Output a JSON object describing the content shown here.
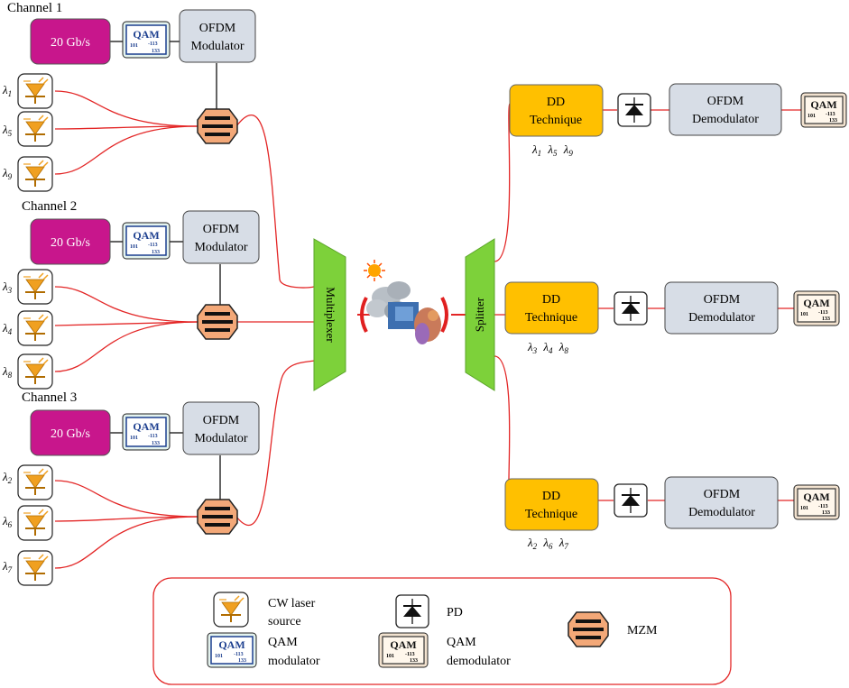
{
  "channels": [
    {
      "label": "Channel 1",
      "rate": "20 Gb/s",
      "modulator": [
        "OFDM",
        "Modulator"
      ],
      "lasers": [
        "1",
        "5",
        "9"
      ]
    },
    {
      "label": "Channel 2",
      "rate": "20 Gb/s",
      "modulator": [
        "OFDM",
        "Modulator"
      ],
      "lasers": [
        "3",
        "4",
        "8"
      ]
    },
    {
      "label": "Channel 3",
      "rate": "20 Gb/s",
      "modulator": [
        "OFDM",
        "Modulator"
      ],
      "lasers": [
        "2",
        "6",
        "7"
      ]
    }
  ],
  "lambda_symbol": "λ",
  "qam_text": "QAM",
  "qam_bits": "101",
  "qam_symbols": [
    "-113",
    "133"
  ],
  "multiplexer": "Multiplexer",
  "splitter": "Splitter",
  "receivers": [
    {
      "dd": [
        "DD",
        "Technique"
      ],
      "demod": [
        "OFDM",
        "Demodulator"
      ],
      "wavelengths": [
        "1",
        "5",
        "9"
      ]
    },
    {
      "dd": [
        "DD",
        "Technique"
      ],
      "demod": [
        "OFDM",
        "Demodulator"
      ],
      "wavelengths": [
        "3",
        "4",
        "8"
      ]
    },
    {
      "dd": [
        "DD",
        "Technique"
      ],
      "demod": [
        "OFDM",
        "Demodulator"
      ],
      "wavelengths": [
        "2",
        "6",
        "7"
      ]
    }
  ],
  "legend": {
    "cw_laser": [
      "CW laser",
      "source"
    ],
    "qam_mod": [
      "QAM",
      "modulator"
    ],
    "pd": "PD",
    "qam_demod": [
      "QAM",
      "demodulator"
    ],
    "mzm": "MZM"
  },
  "colors": {
    "source": "#c8168c",
    "modulator_box": "#d7dde6",
    "dd_box": "#ffc000",
    "mux": "#7dd13a",
    "fiber": "#e32626",
    "laser": "#f0a020",
    "mzm": "#f3a878",
    "qam_mod_fill": "#e4f3ee",
    "qam_demod_fill": "#f2e2cf"
  },
  "icons": [
    "cw-laser-icon",
    "qam-modulator-icon",
    "mzm-icon",
    "photodiode-icon",
    "qam-demodulator-icon",
    "free-space-channel-icon"
  ]
}
